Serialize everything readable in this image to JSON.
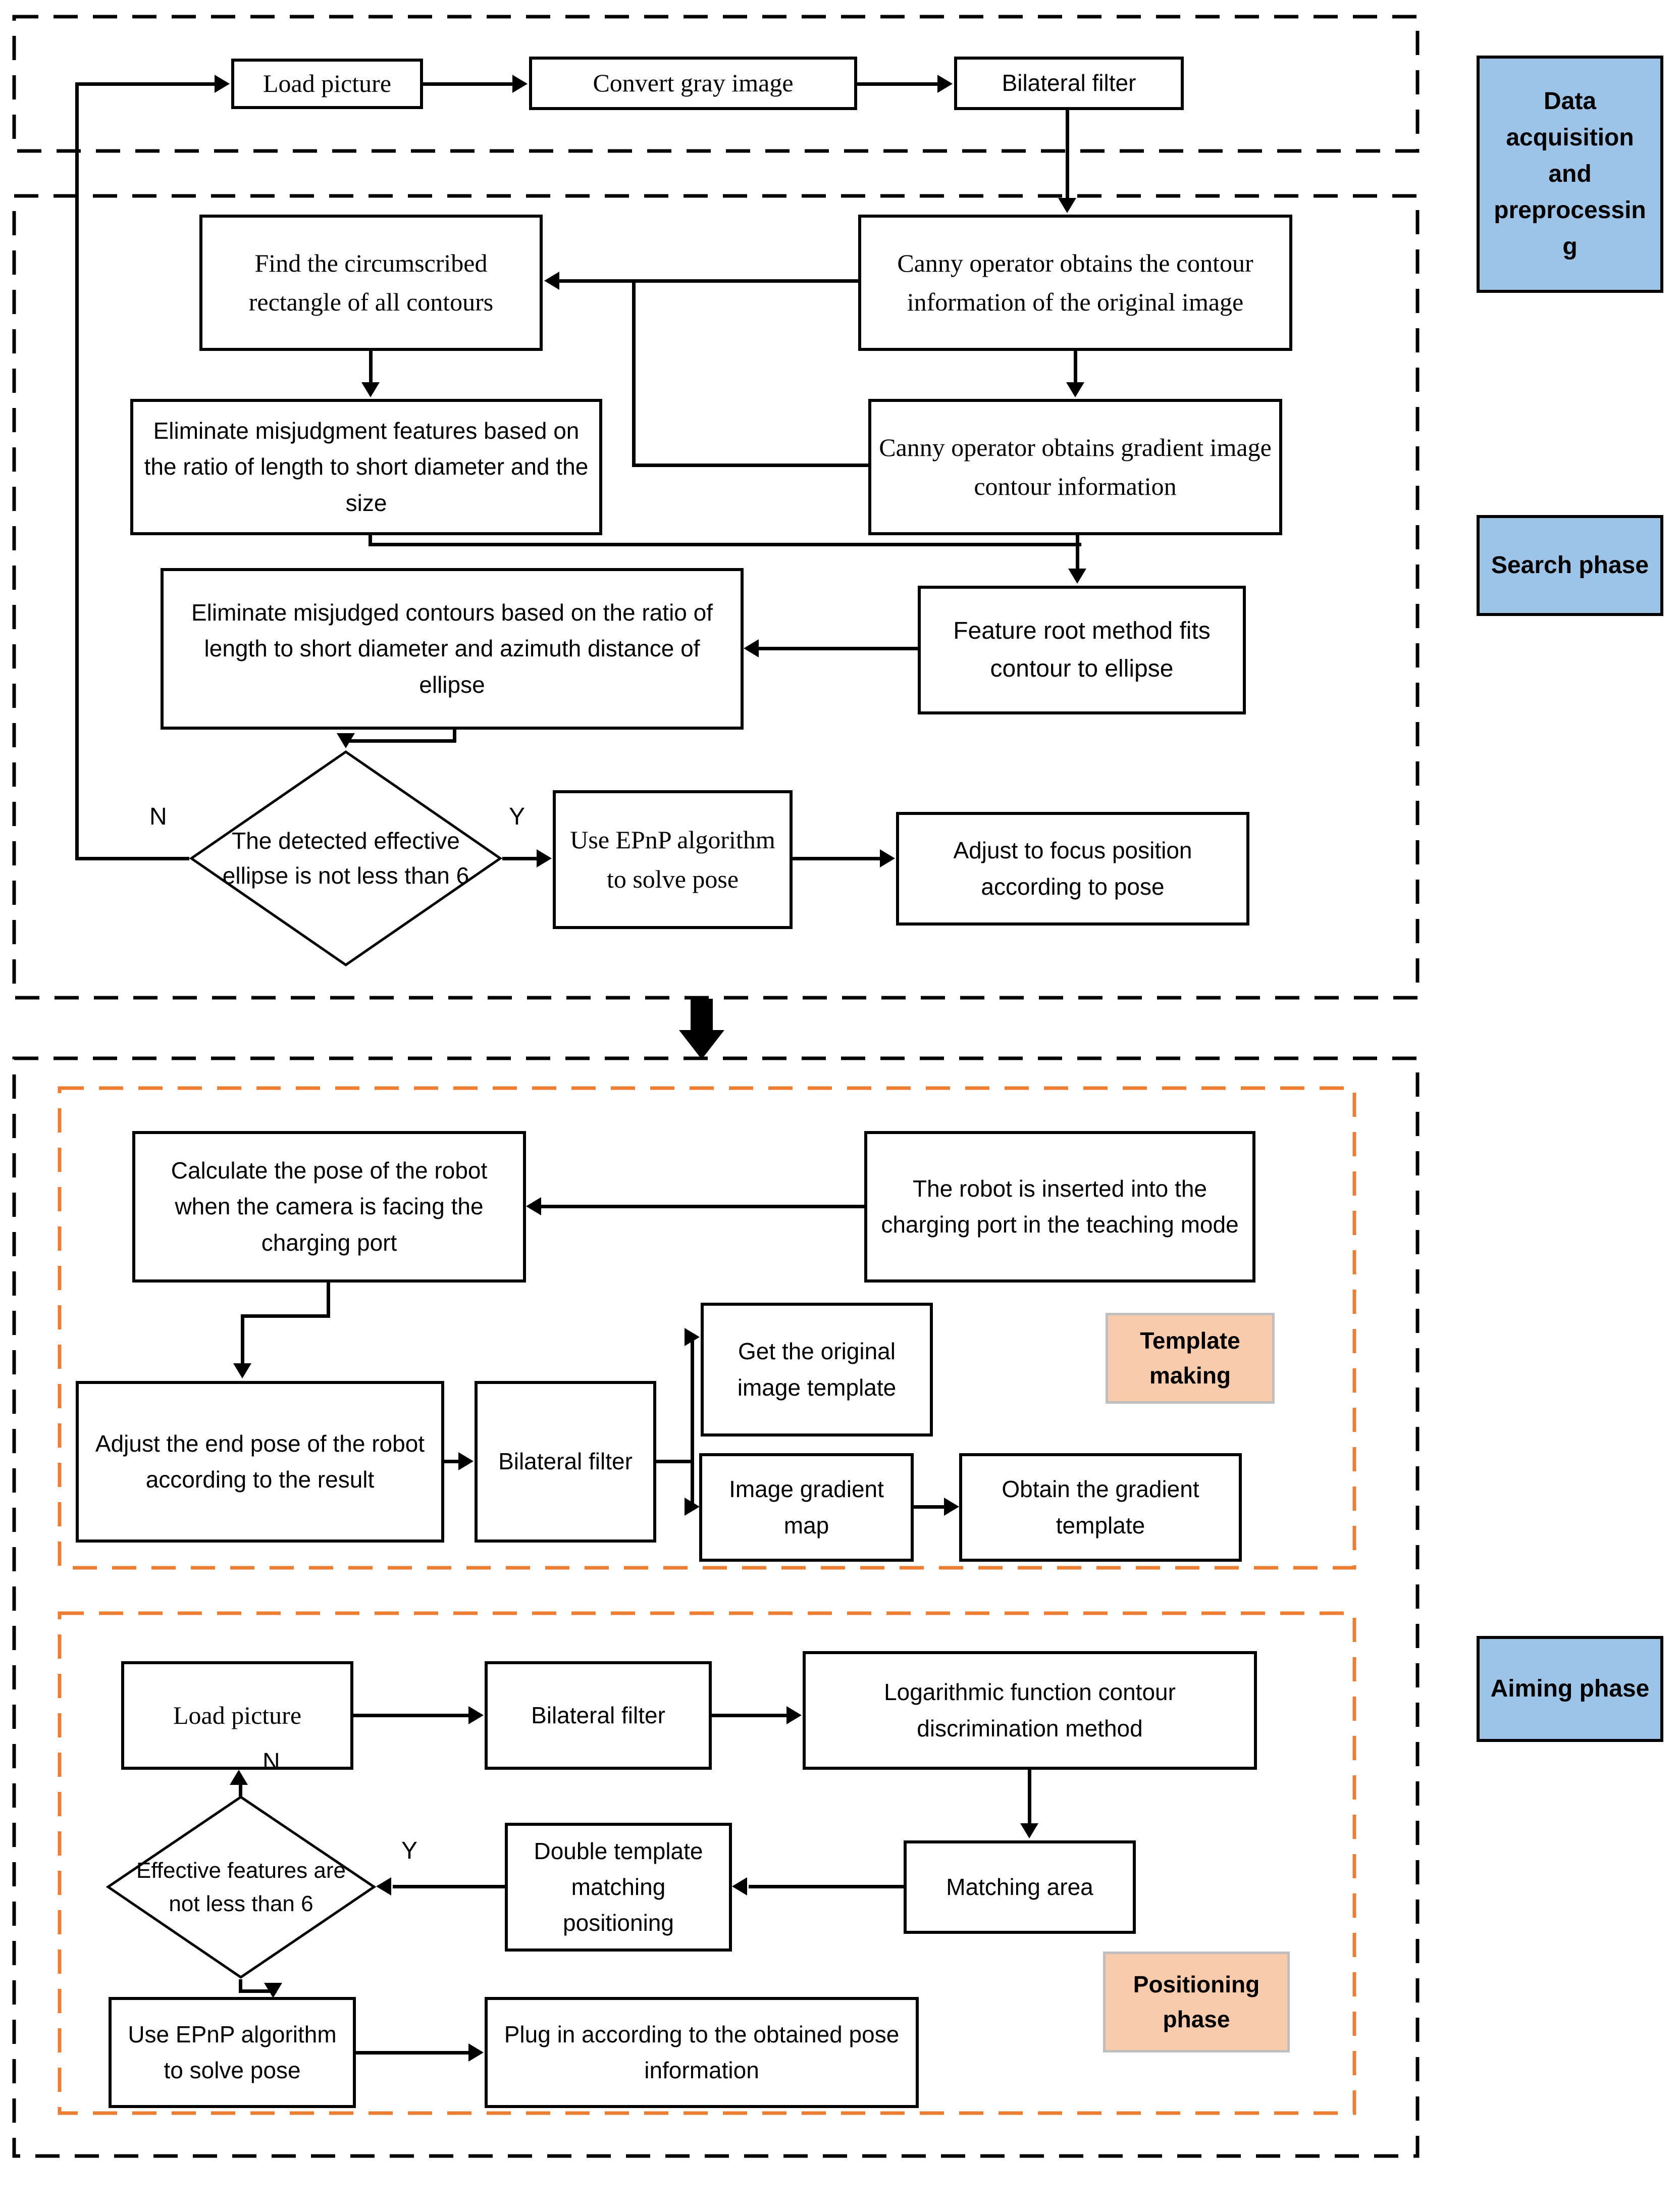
{
  "phases": {
    "data_acquisition": "Data acquisition and preprocessing",
    "search": "Search phase",
    "aiming": "Aiming phase"
  },
  "stages": {
    "template_making": "Template making",
    "positioning": "Positioning phase"
  },
  "branch_labels": {
    "yes": "Y",
    "no": "N"
  },
  "colors": {
    "phase_fill": "#9dc3e6",
    "stage_fill": "#f8cbad",
    "stage_border": "#bfbfbf",
    "orange_dash": "#ed7d31",
    "line": "#000000"
  },
  "nodes": {
    "load1": "Load picture",
    "convert": "Convert gray image",
    "bilat1": "Bilateral filter",
    "canny_contour": "Canny operator obtains the contour information of the original image",
    "find_rect": "Find the circumscribed rectangle of all contours",
    "canny_gradient": "Canny operator obtains gradient image contour information",
    "elim_features": "Eliminate misjudgment features based on the ratio of length to short diameter and the size",
    "feature_root": "Feature root method fits contour to ellipse",
    "elim_contours": "Eliminate misjudged contours based on the ratio of length to short diameter and azimuth distance of ellipse",
    "ellipse_decision": "The detected effective ellipse is not less than 6",
    "epnp1": "Use EPnP algorithm to solve pose",
    "adjust_focus": "Adjust to focus position according to pose",
    "calc_pose": "Calculate the pose of the robot when the camera is facing the charging port",
    "robot_inserted": "The robot is inserted into the charging port in the teaching mode",
    "adjust_end": "Adjust the end pose of the robot according to the result",
    "bilat2": "Bilateral filter",
    "get_template": "Get the original image template",
    "gradient_map": "Image gradient map",
    "obtain_template": "Obtain the gradient template",
    "load2": "Load picture",
    "bilat3": "Bilateral filter",
    "log_box": "Logarithmic function contour discrimination method",
    "matching": "Matching area",
    "double_template": "Double template matching positioning",
    "features_decision": "Effective features are not less than 6",
    "epnp2": "Use EPnP algorithm to solve pose",
    "plug_in": "Plug in according to the obtained pose information"
  }
}
